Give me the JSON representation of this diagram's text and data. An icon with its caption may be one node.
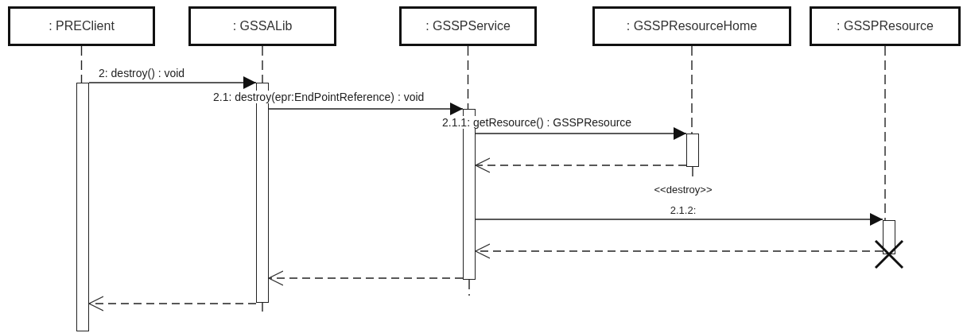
{
  "diagram": {
    "nodes": [
      {
        "text": [
          ": PREClient"
        ]
      },
      {
        "text": [
          ": GSSALib"
        ]
      },
      {
        "text": [
          ": GSSPService"
        ]
      },
      {
        "text": [
          ": GSSPResourceHome"
        ]
      },
      {
        "text": [
          ": GSSPResource"
        ]
      },
      {
        "text": [],
        "shape": "bar"
      },
      {
        "text": [],
        "shape": "bar"
      },
      {
        "text": [],
        "shape": "bar"
      },
      {
        "text": [],
        "shape": "bar"
      },
      {
        "text": [],
        "shape": "bar"
      }
    ],
    "edges": [
      {
        "from": 0,
        "to": 5,
        "arrow": "none",
        "style": "dashed"
      },
      {
        "from": 1,
        "to": 6,
        "arrow": "none",
        "style": "dashed"
      },
      {
        "from": 2,
        "to": 7,
        "arrow": "none",
        "style": "dashed"
      },
      {
        "from": 3,
        "to": 8,
        "arrow": "none",
        "style": "dashed"
      },
      {
        "from": 4,
        "to": 9,
        "arrow": "none",
        "style": "dashed"
      },
      {
        "from": 5,
        "to": 6,
        "arrow": "to",
        "label": "2: destroy() : void"
      },
      {
        "from": 6,
        "to": 7,
        "arrow": "to",
        "label": "2.1: destroy(epr:EndPointReference) : void"
      },
      {
        "from": 7,
        "to": 8,
        "arrow": "to",
        "label": "2.1.1: getResource() : GSSPResource"
      },
      {
        "from": 8,
        "to": 7,
        "arrow": "to",
        "style": "dashed"
      },
      {
        "from": 7,
        "to": 9,
        "arrow": "to",
        "label": "<<destroy>> 2.1.2:"
      },
      {
        "from": 9,
        "to": 7,
        "arrow": "to",
        "style": "dashed"
      },
      {
        "from": 7,
        "to": 6,
        "arrow": "to",
        "style": "dashed"
      },
      {
        "from": 6,
        "to": 5,
        "arrow": "to",
        "style": "dashed"
      }
    ]
  }
}
